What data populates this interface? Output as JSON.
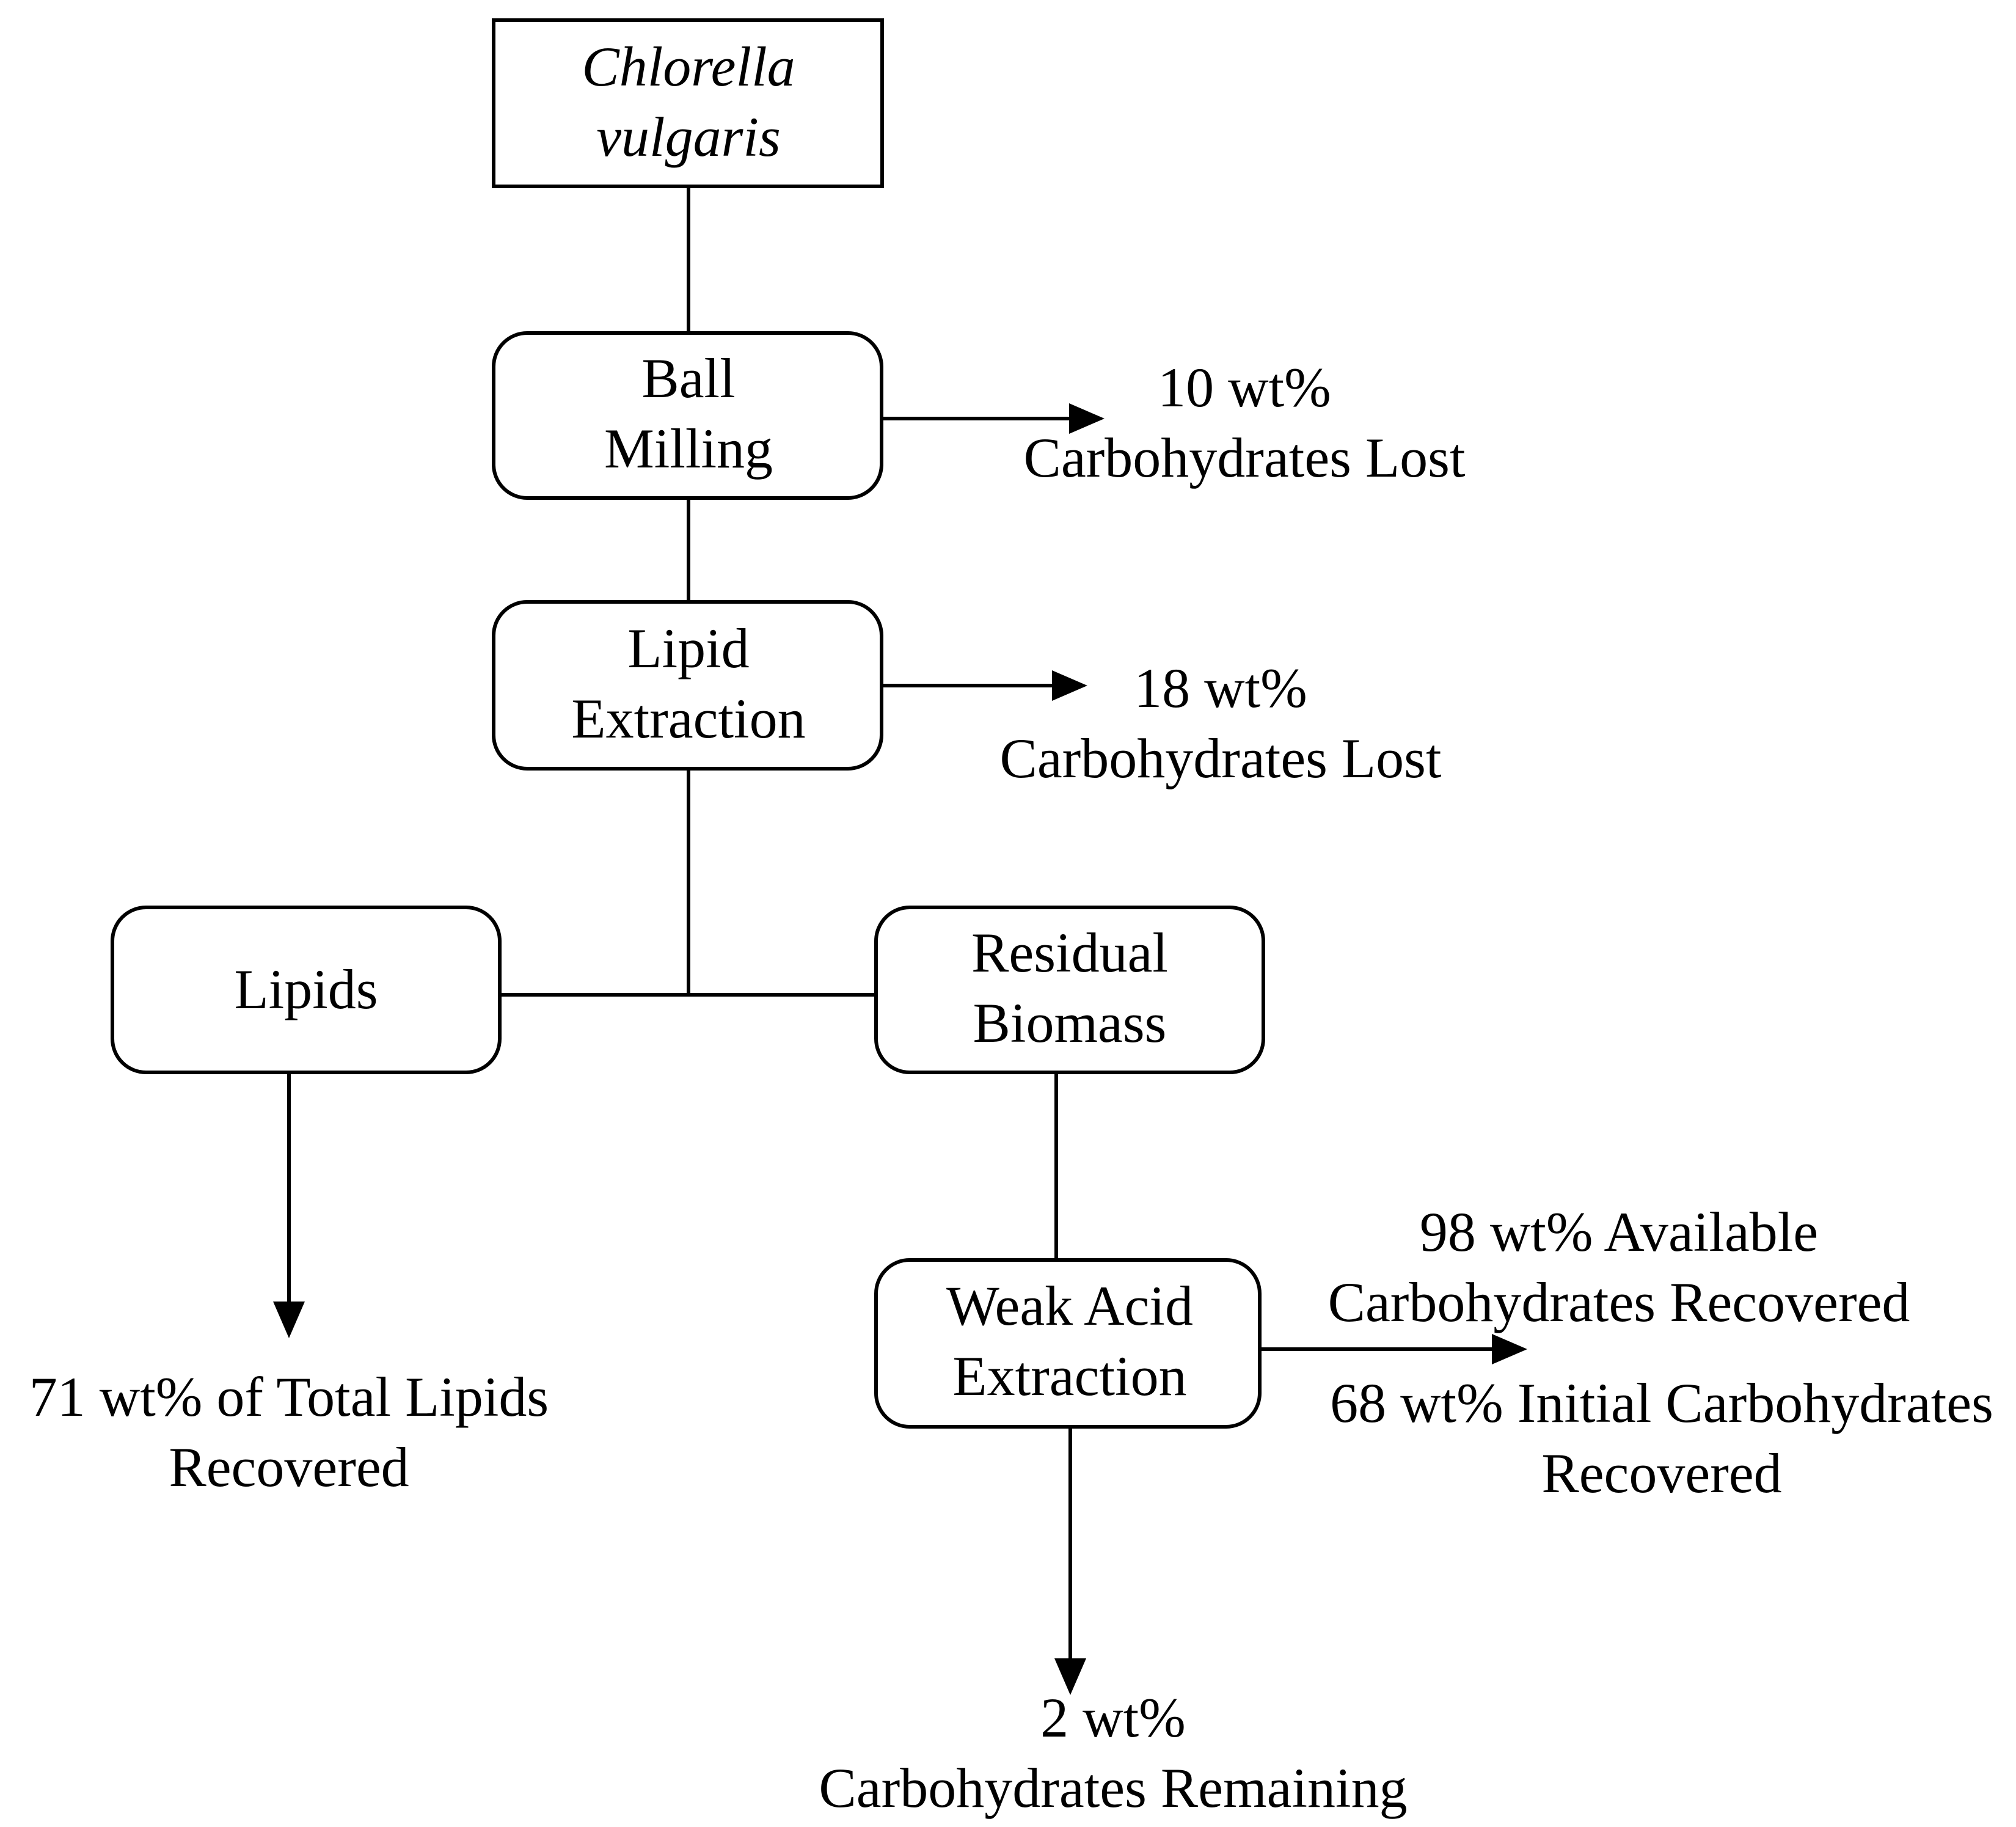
{
  "nodes": {
    "source": {
      "line1": "Chlorella",
      "line2": "vulgaris"
    },
    "ball_milling": {
      "line1": "Ball",
      "line2": "Milling"
    },
    "lipid_extraction": {
      "line1": "Lipid",
      "line2": "Extraction"
    },
    "lipids": {
      "line1": "Lipids"
    },
    "residual_biomass": {
      "line1": "Residual",
      "line2": "Biomass"
    },
    "weak_acid_extraction": {
      "line1": "Weak Acid",
      "line2": "Extraction"
    }
  },
  "outcomes": {
    "ball_milling_loss": {
      "line1": "10 wt%",
      "line2": "Carbohydrates Lost"
    },
    "lipid_extraction_loss": {
      "line1": "18 wt%",
      "line2": "Carbohydrates Lost"
    },
    "lipids_recovered": {
      "line1": "71 wt% of Total Lipids",
      "line2": "Recovered"
    },
    "available_recovered": {
      "line1": "98 wt% Available",
      "line2": "Carbohydrates Recovered"
    },
    "initial_recovered": {
      "line1": "68 wt% Initial Carbohydrates",
      "line2": "Recovered"
    },
    "remaining": {
      "line1": "2 wt%",
      "line2": "Carbohydrates Remaining"
    }
  }
}
